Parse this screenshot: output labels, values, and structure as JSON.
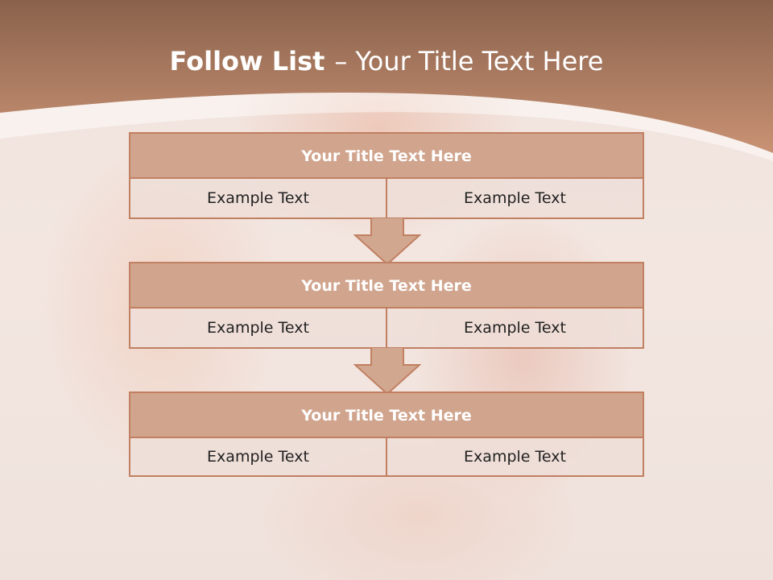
{
  "slide": {
    "title_bold": "Follow List",
    "title_sep": "–",
    "title_rest": "Your Title Text Here"
  },
  "boxes": [
    {
      "title": "Your Title Text Here",
      "left": "Example Text",
      "right": "Example Text"
    },
    {
      "title": "Your Title Text Here",
      "left": "Example Text",
      "right": "Example Text"
    },
    {
      "title": "Your Title Text Here",
      "left": "Example Text",
      "right": "Example Text"
    }
  ],
  "colors": {
    "header_dark": "#8a624c",
    "header_light": "#c99274",
    "box_border": "#c18062",
    "box_title_fill": "#d0a48d",
    "arrow_fill": "#d1a78f"
  }
}
